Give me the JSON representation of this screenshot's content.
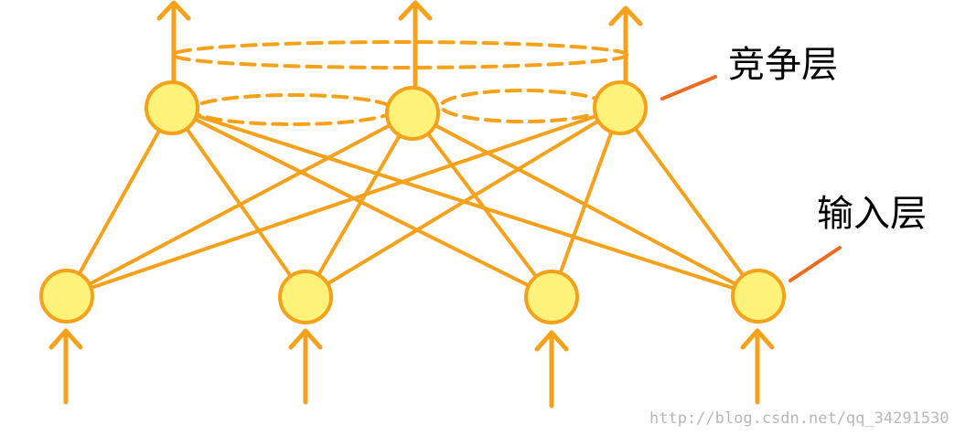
{
  "labels": {
    "competitive_layer": "竞争层",
    "input_layer": "输入层"
  },
  "watermark": "http://blog.csdn.net/qq_34291530",
  "colors": {
    "line": "#f5a11a",
    "node_fill": "#fff27a",
    "node_stroke": "#f5a11a",
    "arrow": "#f5a11a",
    "pointer": "#ee6a1f",
    "text": "#000000"
  }
}
